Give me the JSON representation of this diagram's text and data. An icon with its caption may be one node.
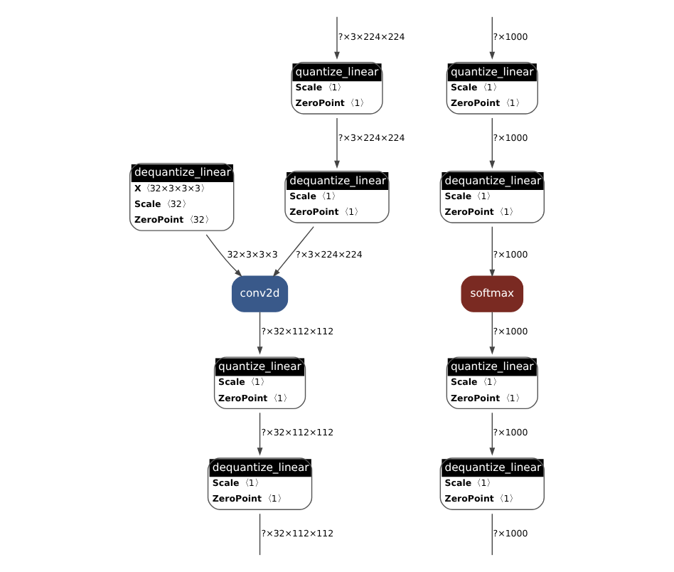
{
  "diagram": {
    "nodes": [
      {
        "text": [
          "dequantize_linear",
          "X〈32×3×3×3〉",
          "Scale〈32〉",
          "ZeroPoint〈32〉"
        ]
      },
      {
        "text": [
          "quantize_linear",
          "Scale〈1〉",
          "ZeroPoint〈1〉"
        ]
      },
      {
        "text": [
          "dequantize_linear",
          "Scale〈1〉",
          "ZeroPoint〈1〉"
        ]
      },
      {
        "text": [
          "conv2d"
        ]
      },
      {
        "text": [
          "quantize_linear",
          "Scale〈1〉",
          "ZeroPoint〈1〉"
        ]
      },
      {
        "text": [
          "dequantize_linear",
          "Scale〈1〉",
          "ZeroPoint〈1〉"
        ]
      },
      {
        "text": [
          "quantize_linear",
          "Scale〈1〉",
          "ZeroPoint〈1〉"
        ]
      },
      {
        "text": [
          "dequantize_linear",
          "Scale〈1〉",
          "ZeroPoint〈1〉"
        ]
      },
      {
        "text": [
          "softmax"
        ]
      },
      {
        "text": [
          "quantize_linear",
          "Scale〈1〉",
          "ZeroPoint〈1〉"
        ]
      },
      {
        "text": [
          "dequantize_linear",
          "Scale〈1〉",
          "ZeroPoint〈1〉"
        ]
      }
    ],
    "edges": [
      {
        "from": null,
        "to": 1,
        "arrow": "to",
        "label": "?×3×224×224"
      },
      {
        "from": 1,
        "to": 2,
        "arrow": "to",
        "label": "?×3×224×224"
      },
      {
        "from": 0,
        "to": 3,
        "arrow": "to",
        "label": "32×3×3×3"
      },
      {
        "from": 2,
        "to": 3,
        "arrow": "to",
        "label": "?×3×224×224"
      },
      {
        "from": 3,
        "to": 4,
        "arrow": "to",
        "label": "?×32×112×112"
      },
      {
        "from": 4,
        "to": 5,
        "arrow": "to",
        "label": "?×32×112×112"
      },
      {
        "from": 5,
        "to": null,
        "arrow": "none",
        "label": "?×32×112×112"
      },
      {
        "from": null,
        "to": 6,
        "arrow": "to",
        "label": "?×1000"
      },
      {
        "from": 6,
        "to": 7,
        "arrow": "to",
        "label": "?×1000"
      },
      {
        "from": 7,
        "to": 8,
        "arrow": "to",
        "label": "?×1000"
      },
      {
        "from": 8,
        "to": 9,
        "arrow": "to",
        "label": "?×1000"
      },
      {
        "from": 9,
        "to": 10,
        "arrow": "to",
        "label": "?×1000"
      },
      {
        "from": 10,
        "to": null,
        "arrow": "none",
        "label": "?×1000"
      }
    ]
  }
}
